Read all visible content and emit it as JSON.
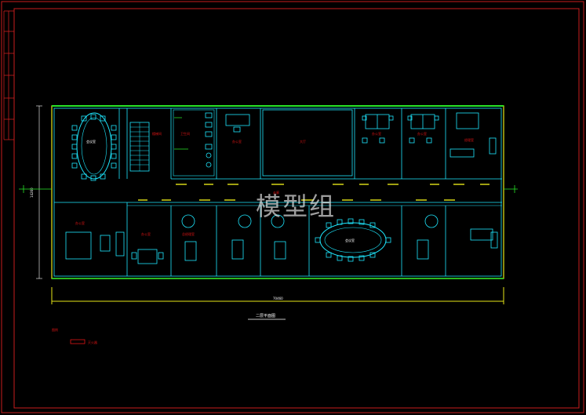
{
  "drawing": {
    "plan_title": "二层平面图",
    "legend_heading": "图例",
    "legend_item_label": "灭火器",
    "overall_dimension": "70460",
    "side_dimension": "14260",
    "watermark": "模型组"
  },
  "rooms": {
    "meeting_small": "会议室",
    "stair": "楼梯间",
    "toilet": "卫生间",
    "office_a": "办公室",
    "hall": "大厅",
    "office_b": "办公室",
    "office_c": "办公室",
    "office_d": "经理室",
    "manager_1": "总经理室",
    "office_e": "办公室",
    "meeting_big": "会议室",
    "corridor": "走廊"
  },
  "colors": {
    "frame": "#c81e1e",
    "wall": "#1ee8ff",
    "accent": "#e6e619",
    "green": "#28e628",
    "red_label": "#e01515"
  }
}
